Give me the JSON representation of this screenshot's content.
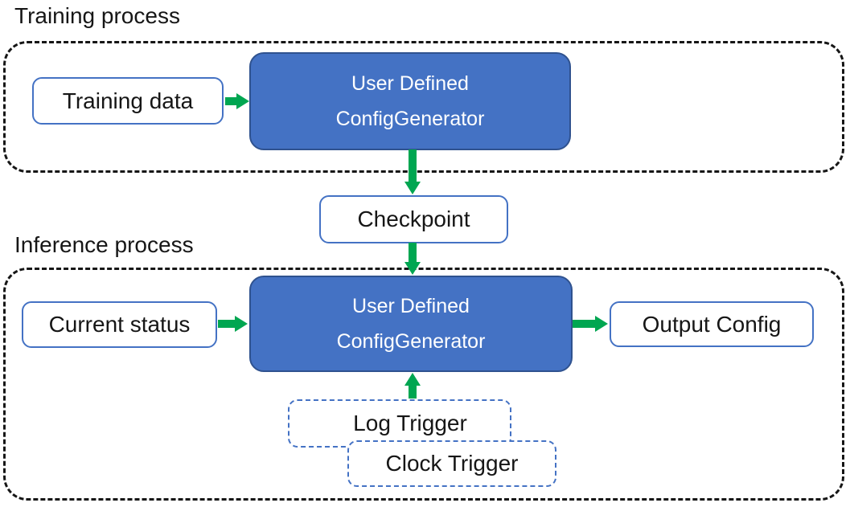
{
  "diagram": {
    "training": {
      "title": "Training process",
      "input_label": "Training data",
      "generator": {
        "line1": "User Defined",
        "line2": "ConfigGenerator"
      }
    },
    "checkpoint": {
      "label": "Checkpoint"
    },
    "inference": {
      "title": "Inference process",
      "input_label": "Current status",
      "generator": {
        "line1": "User Defined",
        "line2": "ConfigGenerator"
      },
      "output_label": "Output Config",
      "triggers": [
        {
          "label": "Log Trigger"
        },
        {
          "label": "Clock Trigger"
        }
      ]
    },
    "colors": {
      "generator_fill": "#4472C4",
      "generator_border": "#2F528F",
      "io_box_border": "#4472C4",
      "trigger_border": "#4472C4",
      "arrow_green": "#00A651",
      "container_border": "#161616",
      "generator_text": "#FFFFFF",
      "label_text": "#161616"
    }
  }
}
